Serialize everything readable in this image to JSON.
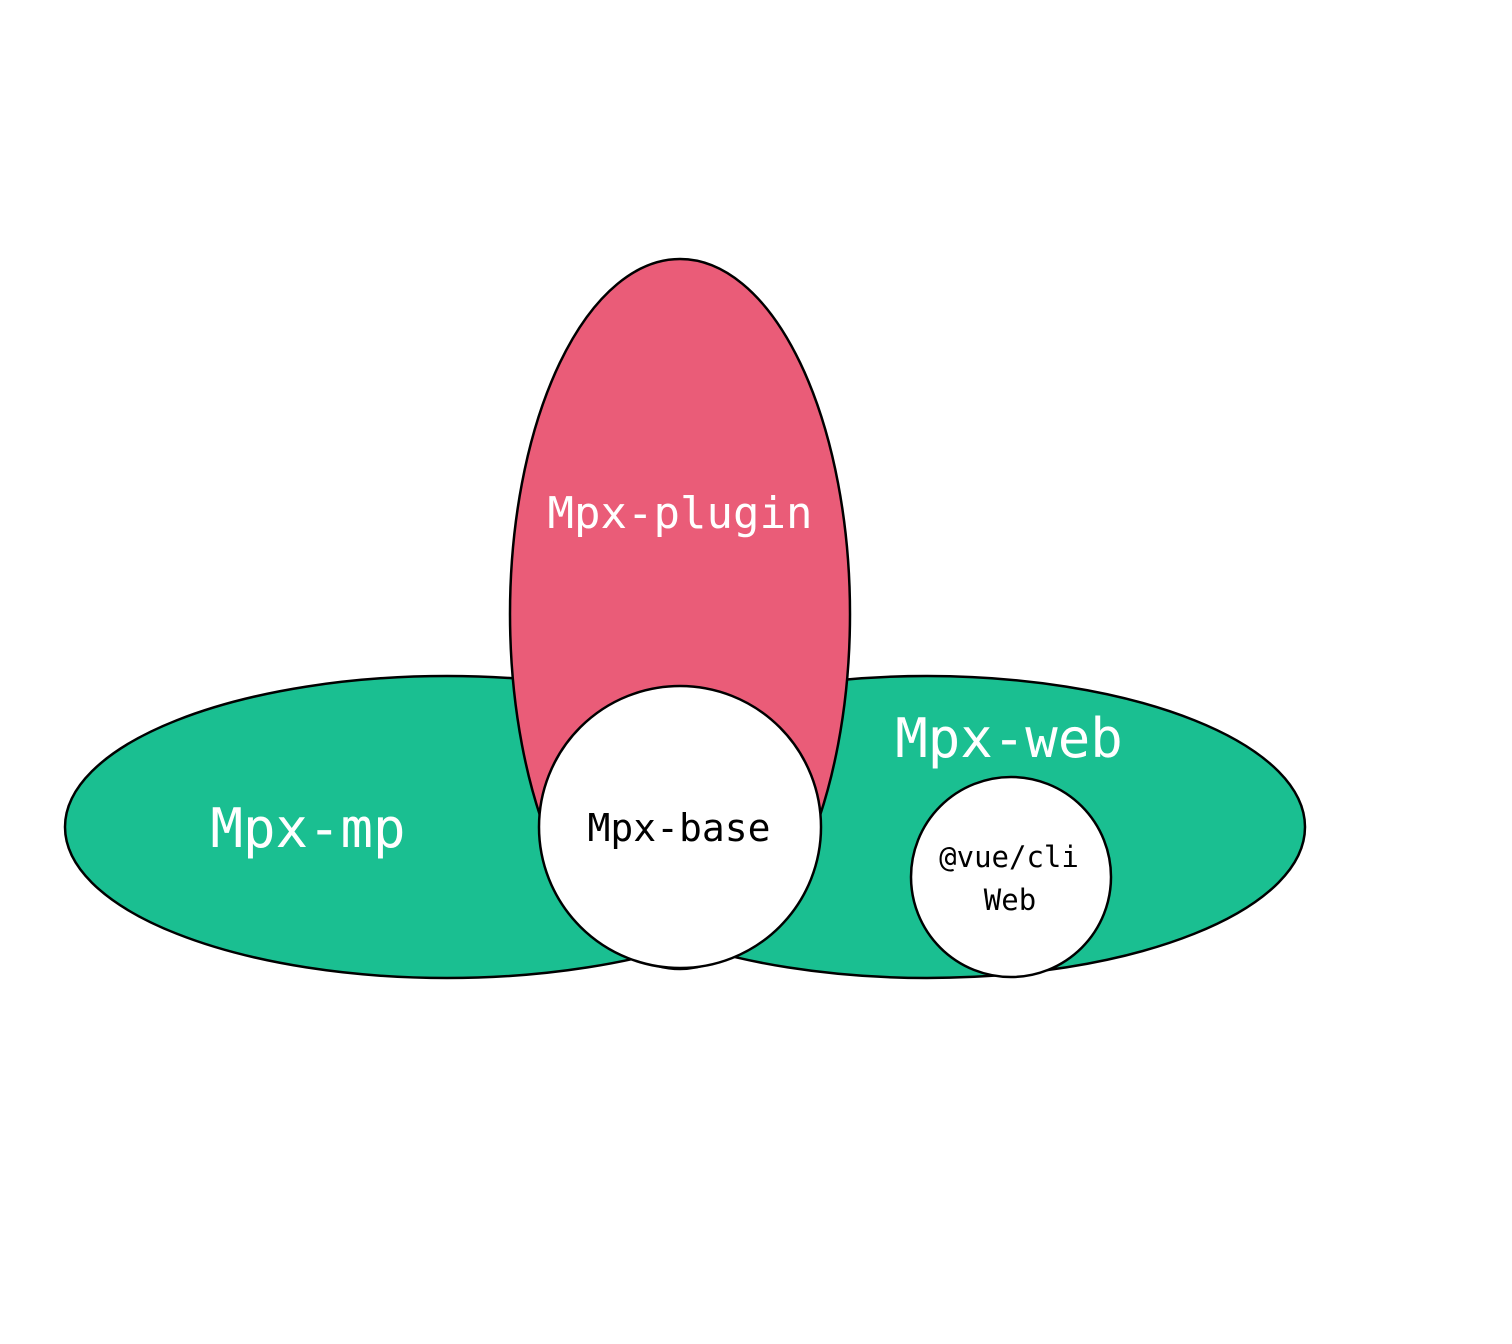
{
  "diagram": {
    "colors": {
      "green": "#1abf91",
      "red": "#ea5c78",
      "white": "#ffffff",
      "stroke": "#000000"
    },
    "regions": {
      "mp": {
        "label": "Mpx-mp"
      },
      "web": {
        "label": "Mpx-web"
      },
      "plugin": {
        "label": "Mpx-plugin"
      },
      "base": {
        "label": "Mpx-base"
      },
      "vue_cli_web": {
        "line1": "@vue/cli",
        "line2": "Web"
      }
    }
  }
}
